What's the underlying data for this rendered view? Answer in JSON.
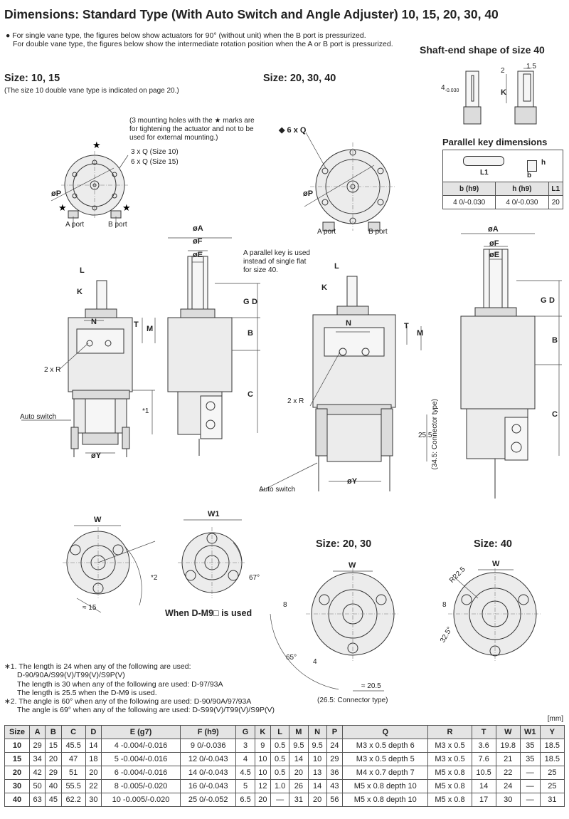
{
  "title": "Dimensions: Standard Type (With Auto Switch and Angle Adjuster) 10, 15, 20, 30, 40",
  "note": {
    "line1": "● For single vane type, the figures below show actuators for 90° (without unit) when the B port is pressurized.",
    "line2": "For double vane type, the figures below show the intermediate rotation position when the A or B port is pressurized."
  },
  "shaft_end": {
    "title": "Shaft-end shape of size 40",
    "dim_4": "4",
    "dim_4_tol": "-0.030",
    "dim_2": "2",
    "dim_1_5": "1.5",
    "dim_k": "K"
  },
  "parallel_key": {
    "title": "Parallel key dimensions",
    "lbl_l1": "L1",
    "lbl_b": "b",
    "lbl_h": "h",
    "headers": [
      "b (h9)",
      "h (h9)",
      "L1"
    ],
    "row": [
      "4 0/-0.030",
      "4 0/-0.030",
      "20"
    ]
  },
  "sizes": {
    "small_title": "Size: 10, 15",
    "small_note": "(The size 10 double vane type is indicated on page 20.)",
    "large_title": "Size: 20, 30, 40",
    "bottom_2030": "Size: 20, 30",
    "bottom_40": "Size: 40"
  },
  "labels": {
    "mount_note": "(3 mounting holes with the ★ marks are for tightening the actuator and not to be used for external mounting.)",
    "q3": "3 x Q (Size 10)",
    "q6": "6 x Q (Size 15)",
    "q6_large": "◆ 6 x Q",
    "phi_p": "øP",
    "a_port": "A port",
    "b_port": "B port",
    "phi_a": "øA",
    "phi_f": "øF",
    "phi_e": "øE",
    "phi_y": "øY",
    "key_note": "A parallel key is used instead of single flat for size 40.",
    "two_r": "2 x R",
    "auto_switch": "Auto switch",
    "l": "L",
    "k": "K",
    "n": "N",
    "t": "T",
    "m": "M",
    "g": "G",
    "d": "D",
    "b": "B",
    "c": "C",
    "star1": "*1",
    "star2": "*2",
    "dim_25_5": "25.5",
    "connector_345": "(34.5: Connector type)",
    "w": "W",
    "w1": "W1",
    "dim_15": "≈ 15",
    "angle_67": "67°",
    "when_m9": "When D-M9□ is used",
    "dim_8": "8",
    "dim_4b": "4",
    "angle_65": "65°",
    "dim_20_5": "≈ 20.5",
    "connector_265": "(26.5: Connector type)",
    "r22_5": "R22.5",
    "angle_32_5": "32.5°"
  },
  "footnotes": {
    "f1a": "∗1. The length is 24 when any of the following are used:",
    "f1b": "D-90/90A/S99(V)/T99(V)/S9P(V)",
    "f1c": "The length is 30 when any of the following are used: D-97/93A",
    "f1d": "The length is 25.5 when the D-M9 is used.",
    "f2a": "∗2. The angle is 60° when any of the following are used: D-90/90A/97/93A",
    "f2b": "The angle is 69° when any of the following are used: D-S99(V)/T99(V)/S9P(V)"
  },
  "table_unit": "[mm]",
  "table": {
    "headers": [
      "Size",
      "A",
      "B",
      "C",
      "D",
      "E (g7)",
      "F (h9)",
      "G",
      "K",
      "L",
      "M",
      "N",
      "P",
      "Q",
      "R",
      "T",
      "W",
      "W1",
      "Y"
    ],
    "rows": [
      [
        "10",
        "29",
        "15",
        "45.5",
        "14",
        "4 -0.004/-0.016",
        "9 0/-0.036",
        "3",
        "9",
        "0.5",
        "9.5",
        "9.5",
        "24",
        "M3 x 0.5 depth 6",
        "M3 x 0.5",
        "3.6",
        "19.8",
        "35",
        "18.5"
      ],
      [
        "15",
        "34",
        "20",
        "47",
        "18",
        "5 -0.004/-0.016",
        "12 0/-0.043",
        "4",
        "10",
        "0.5",
        "14",
        "10",
        "29",
        "M3 x 0.5 depth 5",
        "M3 x 0.5",
        "7.6",
        "21",
        "35",
        "18.5"
      ],
      [
        "20",
        "42",
        "29",
        "51",
        "20",
        "6 -0.004/-0.016",
        "14 0/-0.043",
        "4.5",
        "10",
        "0.5",
        "20",
        "13",
        "36",
        "M4 x 0.7 depth 7",
        "M5 x 0.8",
        "10.5",
        "22",
        "—",
        "25"
      ],
      [
        "30",
        "50",
        "40",
        "55.5",
        "22",
        "8 -0.005/-0.020",
        "16 0/-0.043",
        "5",
        "12",
        "1.0",
        "26",
        "14",
        "43",
        "M5 x 0.8 depth 10",
        "M5 x 0.8",
        "14",
        "24",
        "—",
        "25"
      ],
      [
        "40",
        "63",
        "45",
        "62.2",
        "30",
        "10 -0.005/-0.020",
        "25 0/-0.052",
        "6.5",
        "20",
        "—",
        "31",
        "20",
        "56",
        "M5 x 0.8 depth 10",
        "M5 x 0.8",
        "17",
        "30",
        "—",
        "31"
      ]
    ]
  }
}
